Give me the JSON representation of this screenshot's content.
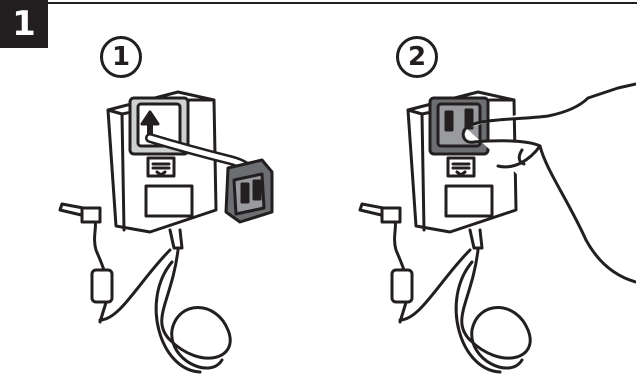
{
  "step": {
    "number": "1"
  },
  "figures": [
    {
      "label": "1"
    },
    {
      "label": "2"
    }
  ],
  "colors": {
    "ink": "#231f20",
    "plug_fill": "#6d6e71",
    "plug_fill_light": "#9a9b9e"
  }
}
